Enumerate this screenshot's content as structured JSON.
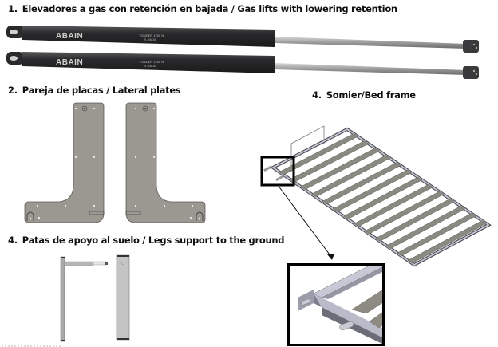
{
  "sections": [
    {
      "number": "1.",
      "title": "Elevadores a gas con retención en bajada  / Gas lifts with lowering retention"
    },
    {
      "number": "2.",
      "title": "Pareja de placas / Lateral plates"
    },
    {
      "number": "4.",
      "title": "Somier/Bed frame"
    },
    {
      "number": "4.",
      "title": "Patas de apoyo al suelo /   Legs support to the ground"
    }
  ],
  "gas_lift": {
    "brand": "ABAIN",
    "spec_text": "TOMDER 1200 N",
    "spec_sub": "7L  46/16",
    "count": 2,
    "icon": "gas-spring-icon"
  },
  "plates": {
    "count": 2,
    "icon": "l-bracket-plate-icon"
  },
  "bed_frame": {
    "slats": 13,
    "icon": "slatted-frame-icon",
    "detail_icon": "zoom-detail-icon"
  },
  "legs": {
    "count": 2,
    "icon": "support-leg-icon"
  },
  "colors": {
    "cylinder": "#2b2b2d",
    "rod": "#9a9a9a",
    "plate": "#9b9892",
    "frame": "#a6a8b4",
    "slat": "#8a8a82",
    "callout": "#000000"
  }
}
